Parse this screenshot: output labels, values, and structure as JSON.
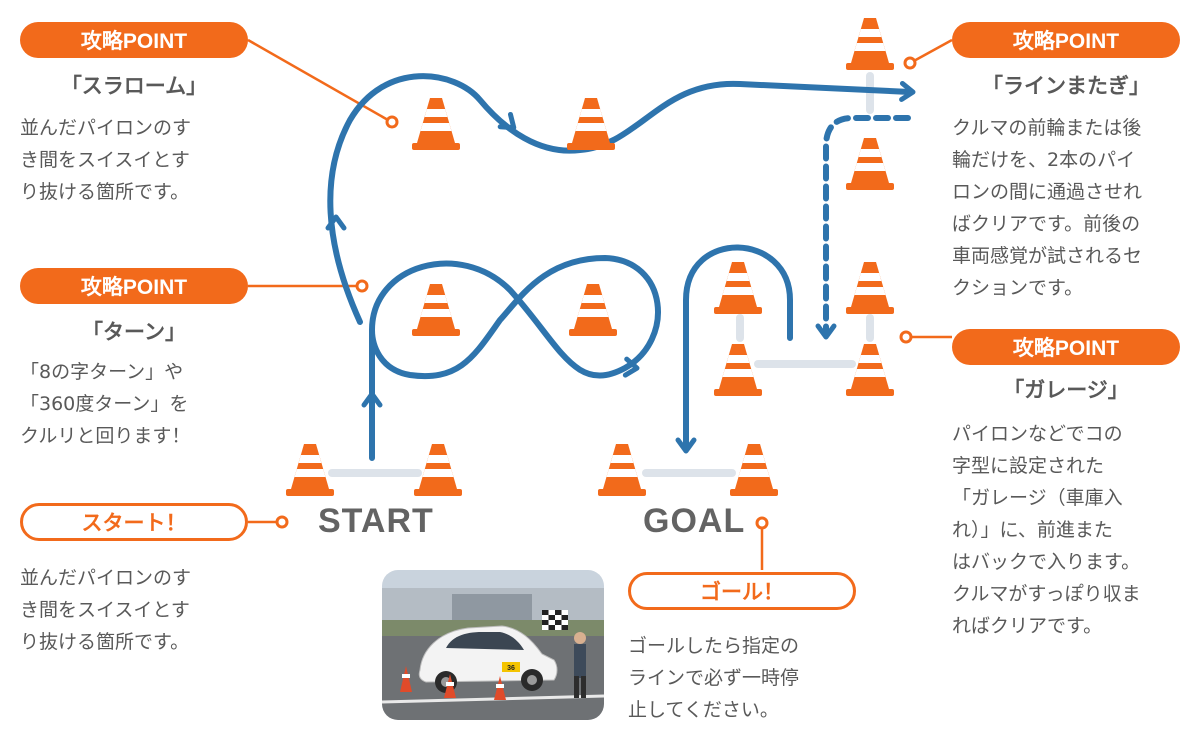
{
  "colors": {
    "orange": "#f26a1b",
    "path_blue": "#2e74ad",
    "line_gray": "#dde3ea",
    "text_gray": "#595959"
  },
  "slalom": {
    "badge": "攻略POINT",
    "title": "「スラローム」",
    "desc": [
      "並んだパイロンのす",
      "き間をスイスイとす",
      "り抜ける箇所です。"
    ]
  },
  "turn": {
    "badge": "攻略POINT",
    "title": "「ターン」",
    "desc": [
      "「8の字ターン」や",
      "「360度ターン」を",
      "クルリと回ります！"
    ]
  },
  "start": {
    "badge": "スタート！",
    "desc": [
      "並んだパイロンのす",
      "き間をスイスイとす",
      "り抜ける箇所です。"
    ]
  },
  "line_cross": {
    "badge": "攻略POINT",
    "title": "「ラインまたぎ」",
    "desc": [
      "クルマの前輪または後",
      "輪だけを、2本のパイ",
      "ロンの間に通過させれ",
      "ばクリアです。前後の",
      "車両感覚が試されるセ",
      "クションです。"
    ]
  },
  "garage": {
    "badge": "攻略POINT",
    "title": "「ガレージ」",
    "desc": [
      "パイロンなどでコの",
      "字型に設定された",
      "「ガレージ（車庫入",
      "れ）」に、前進また",
      "はバックで入ります。",
      "クルマがすっぽり収ま",
      "ればクリアです。"
    ]
  },
  "goal": {
    "badge": "ゴール！",
    "desc": [
      "ゴールしたら指定の",
      "ラインで必ず一時停",
      "止してください。"
    ]
  },
  "course": {
    "start_label": "START",
    "goal_label": "GOAL"
  },
  "photo": {
    "car_number": "36"
  }
}
